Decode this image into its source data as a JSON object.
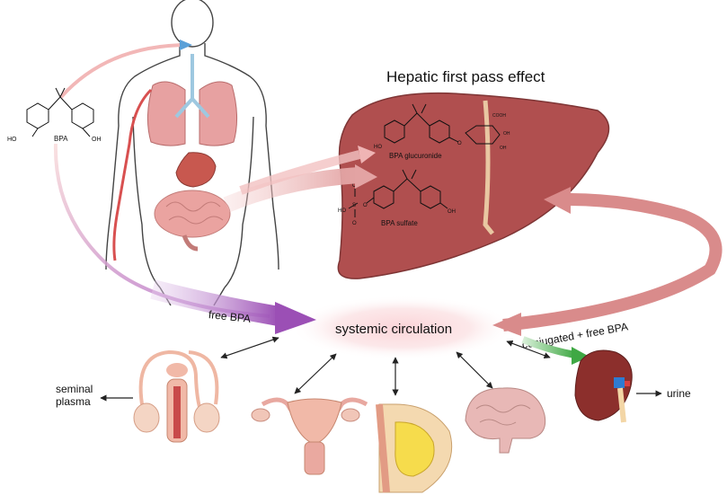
{
  "title": "Hepatic first pass effect",
  "center": "systemic circulation",
  "labels": {
    "bpa": "BPA",
    "ho_left": "HO",
    "oh_right": "OH",
    "glucuronide": "BPA glucuronide",
    "sulfate": "BPA sulfate",
    "free_bpa": "free BPA",
    "conjugated": "conjugated + free BPA",
    "seminal_1": "seminal",
    "seminal_2": "plasma",
    "urine": "urine",
    "cooh": "COOH",
    "oh_sugar_1": "OH",
    "oh_sugar_2": "OH",
    "o_link": "O",
    "ho_glu": "HO",
    "ho_sulf": "HO",
    "oh_sulf": "OH",
    "s_atom": "S",
    "o_top": "O",
    "o_bottom": "O",
    "o_right": "O"
  },
  "colors": {
    "liver": "#b04a4a",
    "circulation_glow": "#f7c6cb",
    "free_bpa_arrow": "#a060b8",
    "conjugated_arrow": "#d98b8b",
    "urine_arrow": "#4caf50",
    "organ_skin": "#f1b9a8"
  }
}
